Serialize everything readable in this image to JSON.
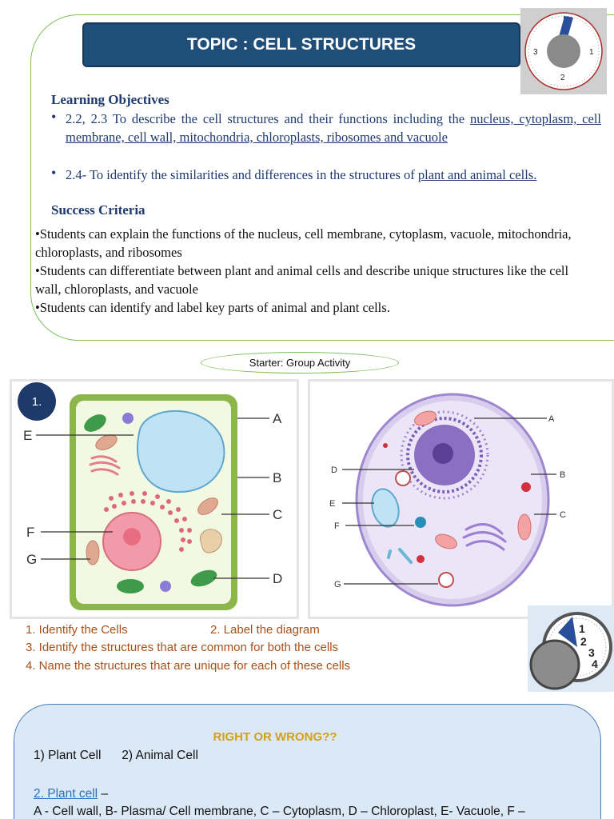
{
  "topic": "TOPIC : CELL STRUCTURES",
  "learning_objectives": {
    "heading": "Learning Objectives",
    "item1_prefix": "2.2, 2.3 To describe the cell structures and their functions including the ",
    "item1_underlined": "nucleus, cytoplasm, cell membrane, cell wall, mitochondria, chloroplasts, ribosomes and vacuole",
    "item2_prefix": "2.4- To identify the similarities and differences in the structures of ",
    "item2_underlined": "plant and animal cells."
  },
  "success_criteria": {
    "heading": "Success Criteria",
    "items": [
      "•Students can explain the functions of the nucleus, cell membrane, cytoplasm, vacuole, mitochondria, chloroplasts, and ribosomes",
      "•Students can differentiate between plant and animal cells and describe unique structures like the cell wall, chloroplasts, and vacuole",
      "•Students can identify and label key parts of animal and plant cells."
    ]
  },
  "timer_top": {
    "numbers": [
      "3",
      "1",
      "2"
    ]
  },
  "timer_bottom": {
    "numbers": [
      "1",
      "2",
      "3",
      "4"
    ]
  },
  "starter": "Starter: Group Activity",
  "question_badge": "1.",
  "plant_diagram": {
    "labels": [
      "A",
      "B",
      "C",
      "D",
      "E",
      "F",
      "G"
    ]
  },
  "animal_diagram": {
    "labels": [
      "A",
      "B",
      "C",
      "D",
      "E",
      "F",
      "G"
    ]
  },
  "tasks": {
    "t1": "1. Identify the Cells",
    "t2": "2. Label the diagram",
    "t3": "3. Identify the structures that are common for both the cells",
    "t4": "4. Name the structures that are unique for each of these cells"
  },
  "answers": {
    "title": "RIGHT OR WRONG??",
    "line1": "1) Plant Cell      2) Animal Cell",
    "line3_link": "2. Plant cell",
    "line3_rest": " –",
    "line4": "A - Cell wall, B- Plasma/ Cell membrane, C – Cytoplasm, D – Chloroplast, E- Vacuole, F –"
  },
  "colors": {
    "banner": "#1f4e79",
    "objective_text": "#1f3a6e",
    "task_text": "#a8501a",
    "answer_title": "#d4a017",
    "answer_box": "#dbe8f5",
    "green_border": "#7cbf5a"
  }
}
